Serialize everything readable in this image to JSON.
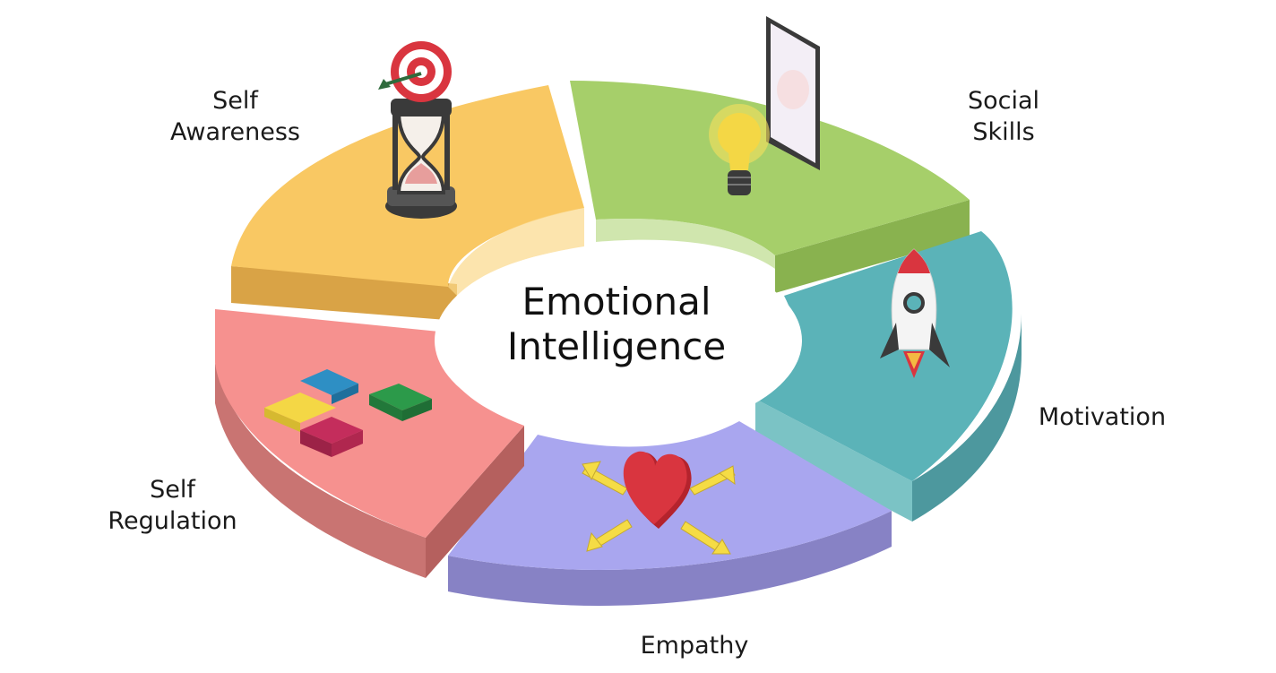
{
  "center": {
    "title": "Emotional\nIntelligence"
  },
  "segments": [
    {
      "id": "self-awareness",
      "label": "Self\nAwareness",
      "top": "#f9c863",
      "side": "#d9a346",
      "icon": "hourglass-target-icon"
    },
    {
      "id": "social-skills",
      "label": "Social\nSkills",
      "top": "#a6cf6a",
      "side": "#89b24f",
      "icon": "lightbulb-tablet-icon"
    },
    {
      "id": "motivation",
      "label": "Motivation",
      "top": "#5bb3b8",
      "side": "#4d989e",
      "icon": "rocket-icon"
    },
    {
      "id": "empathy",
      "label": "Empathy",
      "top": "#a9a6ef",
      "side": "#8782c5",
      "icon": "heart-arrows-icon"
    },
    {
      "id": "self-regulation",
      "label": "Self\nRegulation",
      "top": "#f6918f",
      "side": "#c97472",
      "icon": "puzzle-pieces-icon"
    }
  ]
}
